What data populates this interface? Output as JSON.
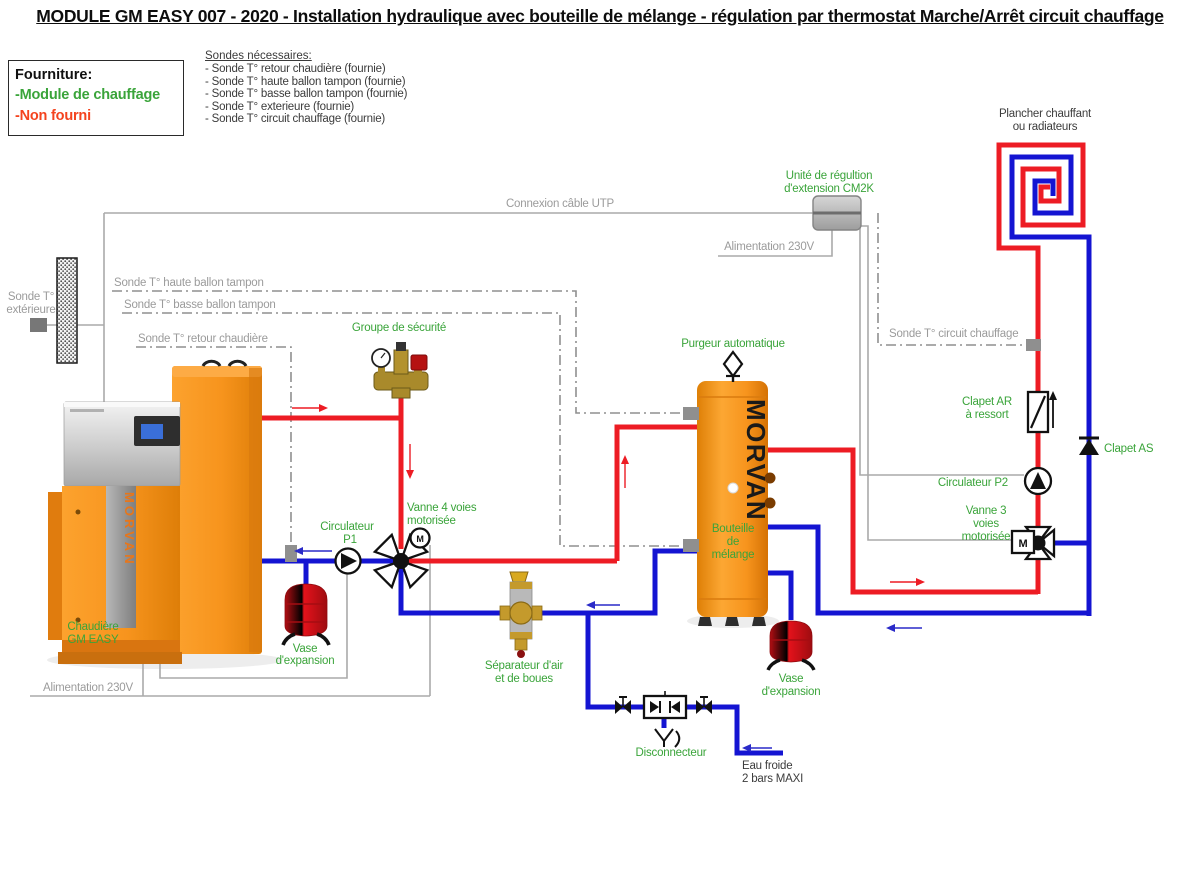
{
  "header": {
    "title": "MODULE GM EASY 007 - 2020 - Installation hydraulique avec bouteille de mélange - régulation par thermostat Marche/Arrêt circuit chauffage"
  },
  "legend": {
    "title": "Fourniture:",
    "items": [
      {
        "label": "-Module de chauffage",
        "color": "#3aa43a"
      },
      {
        "label": "-Non fourni",
        "color": "#f4431e"
      }
    ]
  },
  "sensors_list": {
    "heading": "Sondes nécessaires:",
    "items": [
      "- Sonde T° retour chaudière (fournie)",
      "- Sonde T° haute ballon tampon (fournie)",
      "- Sonde T° basse  ballon tampon (fournie)",
      "- Sonde T° exterieure (fournie)",
      "- Sonde T° circuit chauffage (fournie)"
    ]
  },
  "diagram": {
    "labels": {
      "plancher_1": "Plancher chauffant",
      "plancher_2": "ou radiateurs",
      "cm2k_1": "Unité de régultion",
      "cm2k_2": "d'extension CM2K",
      "utp": "Connexion câble UTP",
      "alim_cm2k": "Alimentation 230V",
      "alim_chaudiere": "Alimentation 230V",
      "sonde_haute": "Sonde T° haute ballon tampon",
      "sonde_basse": "Sonde T° basse  ballon tampon",
      "sonde_retour": "Sonde T° retour chaudière",
      "sonde_ext_1": "Sonde T°",
      "sonde_ext_2": "extérieure",
      "sonde_circuit": "Sonde T° circuit chauffage",
      "groupe_securite": "Groupe de sécurité",
      "purgeur": "Purgeur automatique",
      "clapet_ar_1": "Clapet AR",
      "clapet_ar_2": "à ressort",
      "clapet_as": "Clapet AS",
      "circulateur_p2": "Circulateur P2",
      "vanne3_1": "Vanne 3",
      "vanne3_2": "voies",
      "vanne3_3": "motorisée",
      "vanne4_1": "Vanne 4 voies",
      "vanne4_2": "motorisée",
      "circulateur_p1_1": "Circulateur",
      "circulateur_p1_2": "P1",
      "bouteille_1": "Bouteille",
      "bouteille_2": "de",
      "bouteille_3": "mélange",
      "bottle_brand": "MORVAN",
      "boiler_brand": "MORVAN",
      "chaudiere_1": "Chaudière",
      "chaudiere_2": "GM EASY",
      "vase_gauche_1": "Vase",
      "vase_gauche_2": "d'expansion",
      "vase_droit_1": "Vase",
      "vase_droit_2": "d'expansion",
      "separateur_1": "Séparateur d'air",
      "separateur_2": "et de boues",
      "disconnecteur": "Disconnecteur",
      "eau_froide_1": "Eau froide",
      "eau_froide_2": "2 bars MAXI",
      "motor_m_3voies": "M",
      "motor_m_4voies": "M"
    },
    "colors": {
      "pipe_hot": "#ED1C24",
      "pipe_cold": "#1414D2",
      "label_green": "#3aa43a",
      "label_gray": "#9b9b9b",
      "wire_gray": "#aaaaaa",
      "equipment_orange": "#F7941D",
      "vessel_red": "#D6121B",
      "fourni_green": "#3aa43a",
      "non_fourni_red": "#f4431e"
    }
  }
}
